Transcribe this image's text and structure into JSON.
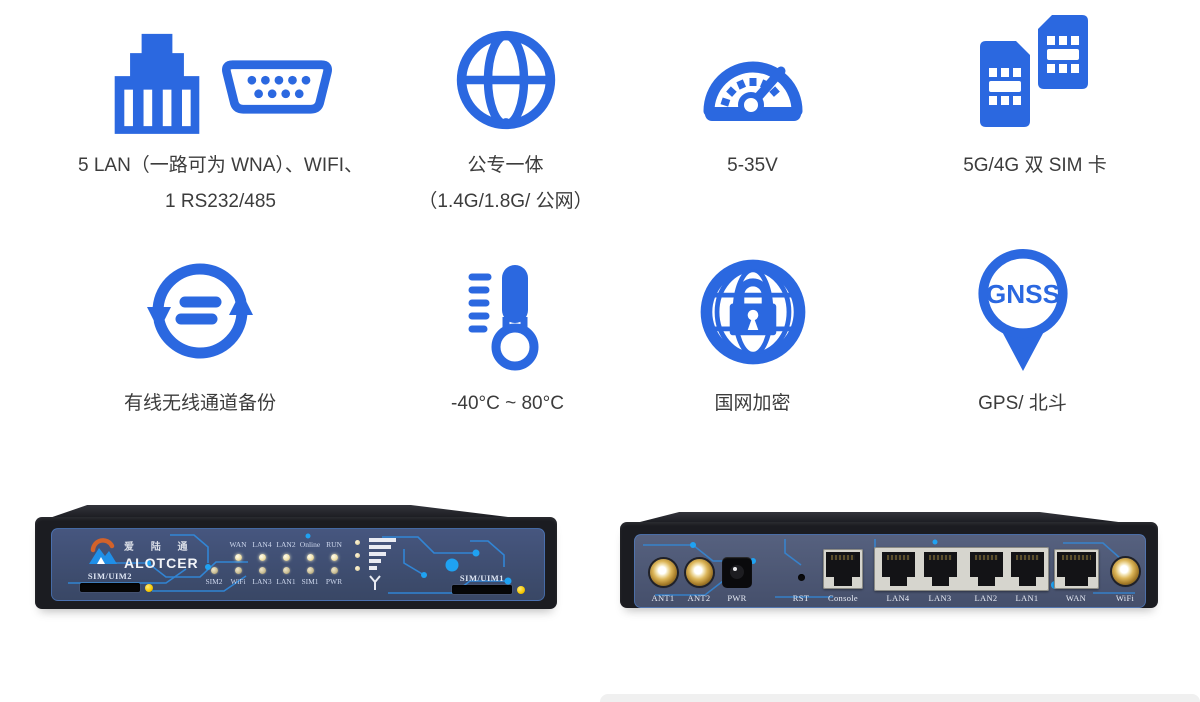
{
  "features": [
    {
      "icon": "ethernet-serial-icon",
      "lines": [
        "5 LAN（一路可为 WNA）、WIFI、",
        "1 RS232/485"
      ]
    },
    {
      "icon": "globe-network-icon",
      "lines": [
        "公专一体",
        "（1.4G/1.8G/ 公网）"
      ]
    },
    {
      "icon": "voltage-gauge-icon",
      "lines": [
        "5-35V"
      ]
    },
    {
      "icon": "dual-sim-icon",
      "lines": [
        "5G/4G 双 SIM 卡"
      ]
    },
    {
      "icon": "channel-backup-sync-icon",
      "lines": [
        "有线无线通道备份"
      ]
    },
    {
      "icon": "thermometer-icon",
      "lines": [
        "-40°C ~ 80°C"
      ]
    },
    {
      "icon": "globe-lock-icon",
      "lines": [
        "国网加密"
      ]
    },
    {
      "icon": "gnss-pin-icon",
      "pin_label": "GNSS",
      "lines": [
        "GPS/ 北斗"
      ]
    }
  ],
  "devices": {
    "front": {
      "brand_cn": "爱 陆 通",
      "brand_en": "ALOTCER",
      "sim2_label": "SIM/UIM2",
      "sim1_label": "SIM/UIM1",
      "led_top": [
        "WAN",
        "LAN4",
        "LAN2",
        "Online",
        "RUN"
      ],
      "led_bottom": [
        "SIM2",
        "WiFi",
        "LAN3",
        "LAN1",
        "SIM1",
        "PWR"
      ]
    },
    "rear": {
      "labels": [
        "ANT1",
        "ANT2",
        "PWR",
        "RST",
        "Console",
        "LAN4",
        "LAN3",
        "LAN2",
        "LAN1",
        "WAN",
        "WiFi"
      ]
    }
  },
  "colors": {
    "accent_blue": "#2b68e0",
    "panel_navy": "#3e4d74",
    "trace_blue": "#2f8fe6",
    "case_black": "#1b1c21",
    "connector_gold": "#c9a24a",
    "led_warm_white": "#f7eecb",
    "indicator_yellow": "#f6c800",
    "text": "#3c3c3c"
  }
}
